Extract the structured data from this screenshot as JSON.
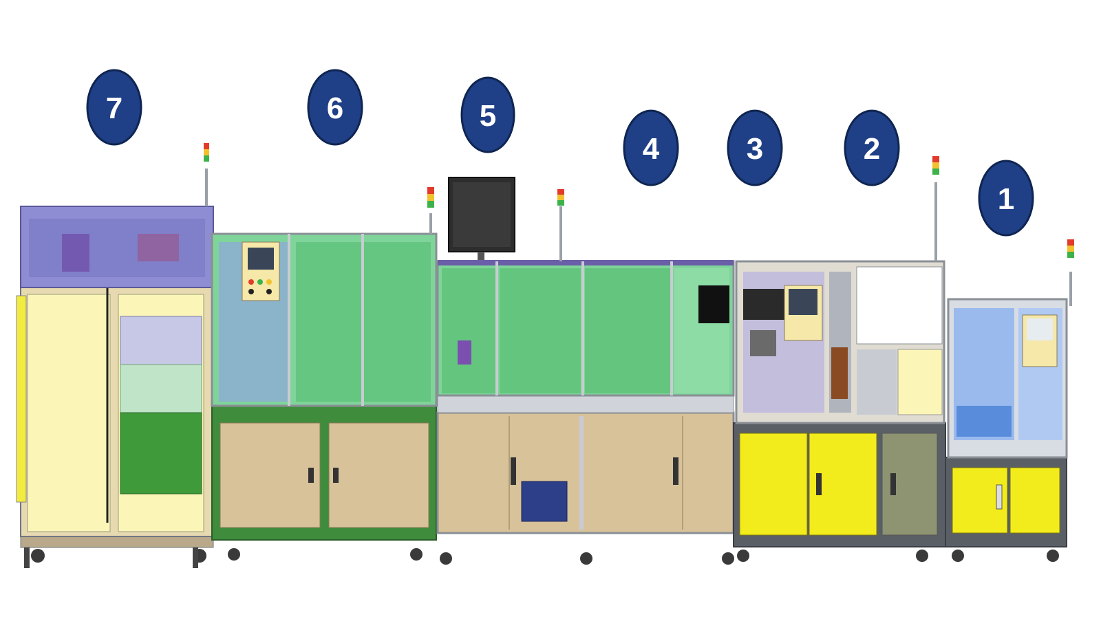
{
  "colors": {
    "badge_fill": "#1f3f86",
    "badge_stroke": "#0f2552",
    "badge_text": "#ffffff",
    "frame": "#c8ccd2",
    "frame_dark": "#6f7680",
    "green_panel": "#5fc27a",
    "green_glass": "#7fd49a",
    "tan_cabinet": "#d8c29a",
    "cream": "#fbf5b8",
    "yellow_cabinet": "#f3ec1c",
    "olive_cabinet": "#8e9472",
    "blue_glass": "#8fb4f0",
    "purple_hood": "#8e8cd2",
    "dark_green_base": "#4e8a46"
  },
  "stations": [
    {
      "number": "1",
      "icon": "numbered-badge"
    },
    {
      "number": "2",
      "icon": "numbered-badge"
    },
    {
      "number": "3",
      "icon": "numbered-badge"
    },
    {
      "number": "4",
      "icon": "numbered-badge"
    },
    {
      "number": "5",
      "icon": "numbered-badge"
    },
    {
      "number": "6",
      "icon": "numbered-badge"
    },
    {
      "number": "7",
      "icon": "numbered-badge"
    }
  ]
}
